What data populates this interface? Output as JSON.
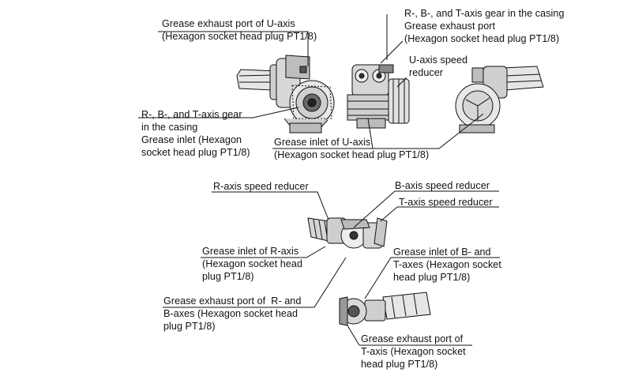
{
  "labels": {
    "u_exhaust": "Grease exhaust port of U-axis\n(Hexagon socket head plug PT1/8)",
    "rbt_gear_top": "R-, B-, and T-axis gear in the casing\nGrease exhaust port\n(Hexagon socket head plug PT1/8)",
    "u_reducer": "U-axis speed\nreducer",
    "rbt_gear_inlet": "R-, B-, and T-axis gear\nin the casing\nGrease inlet (Hexagon\nsocket head plug PT1/8)",
    "u_inlet": "Grease inlet of U-axis\n(Hexagon socket head plug PT1/8)",
    "r_reducer": "R-axis speed reducer",
    "b_reducer": "B-axis speed reducer",
    "t_reducer": "T-axis speed reducer",
    "r_inlet": "Grease inlet of R-axis\n(Hexagon socket head\nplug PT1/8)",
    "bt_inlet": "Grease inlet of B- and\nT-axes (Hexagon socket\nhead plug PT1/8)",
    "rb_exhaust": "Grease exhaust port of  R- and\nB-axes (Hexagon socket head\nplug PT1/8)",
    "t_exhaust": "Grease exhaust port of\nT-axis (Hexagon socket\nhead plug PT1/8)"
  }
}
